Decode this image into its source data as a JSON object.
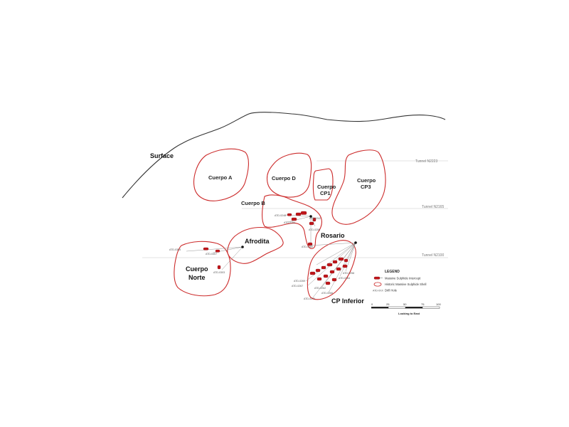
{
  "surface_label": "Surface",
  "tunnels": [
    {
      "label": "Tunnel N2223"
    },
    {
      "label": "Tunnel N2165"
    },
    {
      "label": "Tunnel N2100"
    }
  ],
  "bodies": {
    "cuerpo_a": "Cuerpo A",
    "cuerpo_d": "Cuerpo D",
    "cuerpo_cp1_l1": "Cuerpo",
    "cuerpo_cp1_l2": "CP1",
    "cuerpo_cp3_l1": "Cuerpo",
    "cuerpo_cp3_l2": "CP3",
    "cuerpo_b": "Cuerpo B",
    "afrodita": "Afrodita",
    "rosario": "Rosario",
    "cuerpo_norte_l1": "Cuerpo",
    "cuerpo_norte_l2": "Norte",
    "cp_inferior": "CP Inferior"
  },
  "drill_holes": {
    "norte_1": "ATD-0305",
    "norte_2": "ATD-0307",
    "norte_3": "ATD-0303",
    "b_1": "ATD-0246",
    "b_2": "ATD-0254",
    "b_3": "ATD-0242",
    "b_4": "ATD-0256",
    "rosario_1": "ATD-0260",
    "inf_1": "ATD-0269",
    "inf_2": "ATD-0267",
    "inf_3": "ATD-0271",
    "inf_4": "ATD-0262",
    "inf_5": "ATD-0266",
    "inf_6": "ATD-0264",
    "inf_7": "ATD-0258"
  },
  "legend": {
    "title": "LEGEND",
    "items": [
      {
        "label": "Massive Sulphide Intercept"
      },
      {
        "label": "Historic Massive Sulphide Shell"
      },
      {
        "symbol_label": "ATD-0XX",
        "label": "Drill Hole"
      }
    ]
  },
  "scale_bar": {
    "ticks": [
      "0",
      "25",
      "50",
      "75",
      "100"
    ],
    "caption": "Looking to East"
  },
  "colors": {
    "shell": "#cc2b2b",
    "intercept": "#c0161b",
    "surface_line": "#333333",
    "tunnel_line": "#c8c8c8"
  }
}
